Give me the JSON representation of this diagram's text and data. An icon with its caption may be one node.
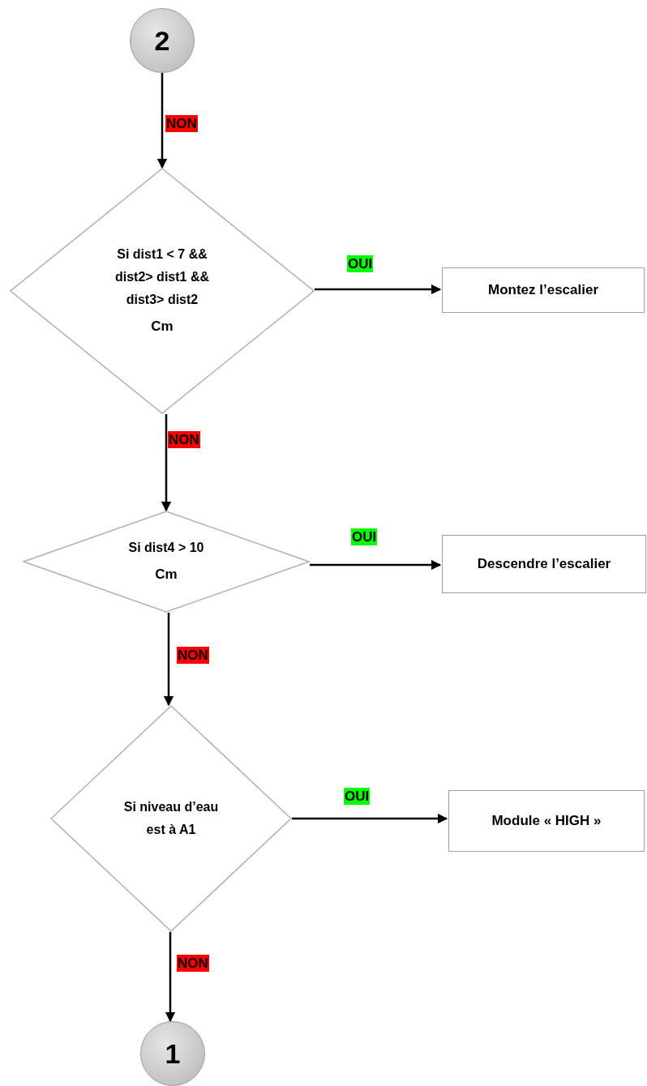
{
  "diagram": {
    "nodes": [
      {
        "text": [
          "2"
        ]
      },
      {
        "text": [
          "Si dist1 < 7 && dist2> dist1 && dist3> dist2",
          "Cm"
        ]
      },
      {
        "text": [
          "Montez l’escalier"
        ]
      },
      {
        "text": [
          "Si dist4 > 10",
          "Cm"
        ]
      },
      {
        "text": [
          "Descendre l’escalier"
        ]
      },
      {
        "text": [
          "Si niveau d’eau est à A1"
        ]
      },
      {
        "text": [
          "Module « HIGH »"
        ]
      },
      {
        "text": [
          "1"
        ]
      }
    ],
    "edges": [
      {
        "from": 0,
        "to": 1,
        "arrow": "to",
        "label": "NON"
      },
      {
        "from": 1,
        "to": 2,
        "arrow": "to",
        "label": "OUI"
      },
      {
        "from": 1,
        "to": 3,
        "arrow": "to",
        "label": "NON"
      },
      {
        "from": 3,
        "to": 4,
        "arrow": "to",
        "label": "OUI"
      },
      {
        "from": 3,
        "to": 5,
        "arrow": "to",
        "label": "NON"
      },
      {
        "from": 5,
        "to": 6,
        "arrow": "to",
        "label": "OUI"
      },
      {
        "from": 5,
        "to": 7,
        "arrow": "to",
        "label": "NON"
      }
    ]
  }
}
